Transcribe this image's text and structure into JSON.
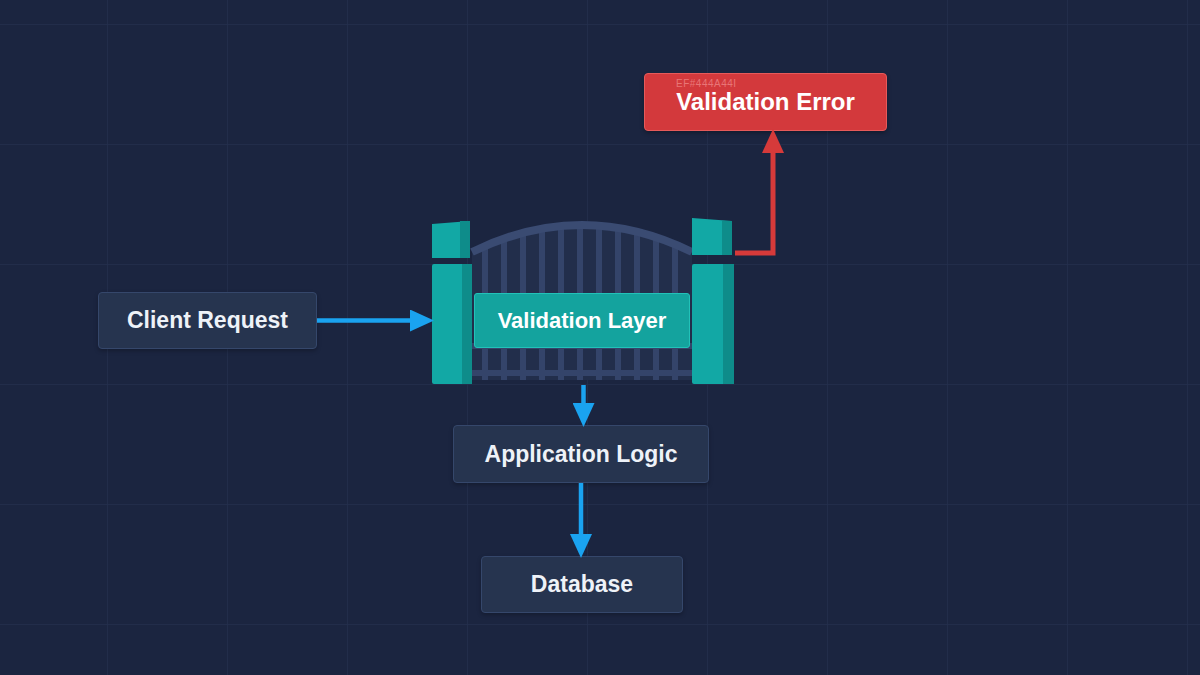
{
  "diagram": {
    "nodes": [
      {
        "text": [
          "Client Request"
        ]
      },
      {
        "text": [
          "Validation Layer"
        ]
      },
      {
        "text": [
          "Validation Error"
        ]
      },
      {
        "text": [
          "Application Logic"
        ]
      },
      {
        "text": [
          "Database"
        ]
      }
    ],
    "edges": [
      {
        "from": 0,
        "to": 1,
        "arrow": "to"
      },
      {
        "from": 1,
        "to": 3,
        "arrow": "to"
      },
      {
        "from": 3,
        "to": 4,
        "arrow": "to"
      },
      {
        "from": 1,
        "to": 2,
        "arrow": "to"
      }
    ],
    "labels": [
      "EF#444A44I"
    ]
  }
}
